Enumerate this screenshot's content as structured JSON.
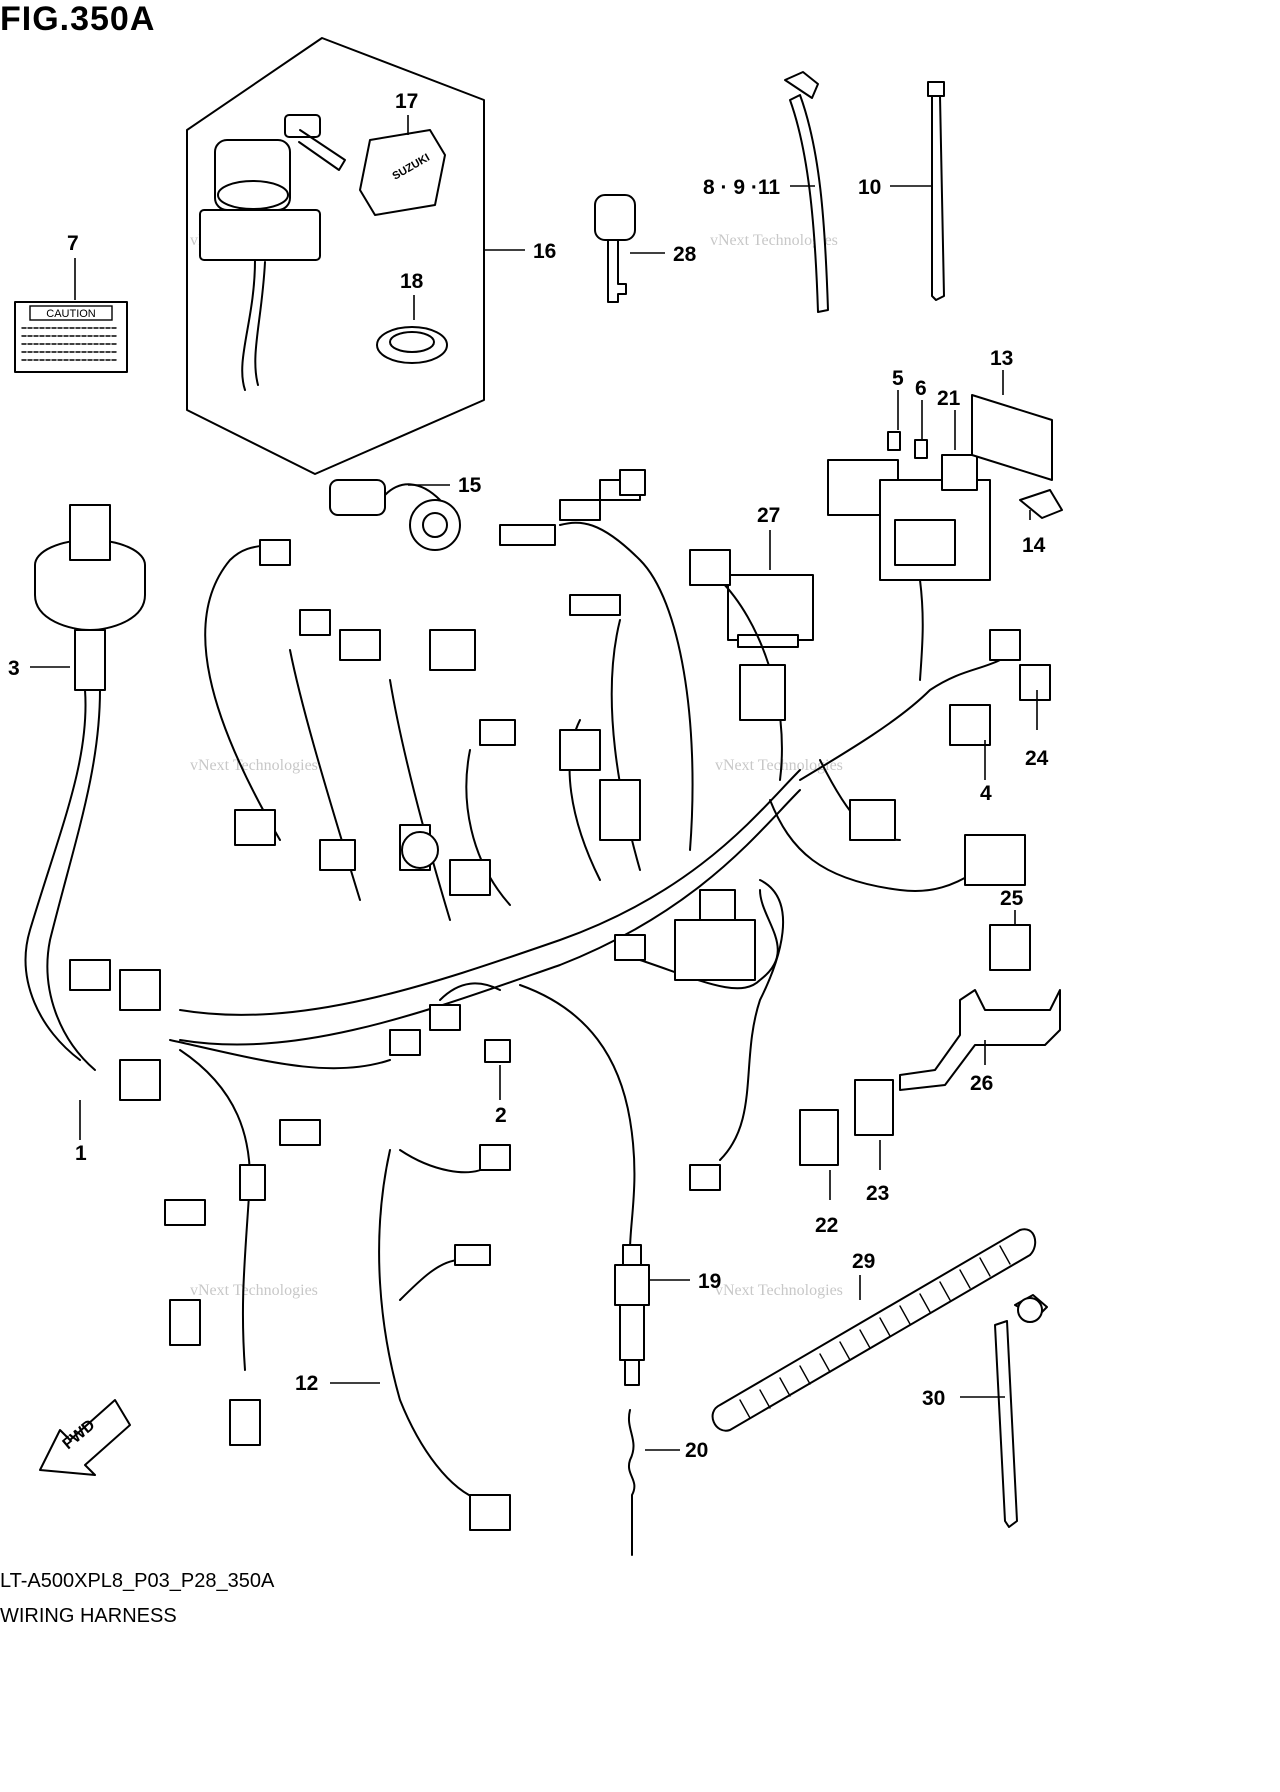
{
  "figure": {
    "title": "FIG.350A",
    "code": "LT-A500XPL8_P03_P28_350A",
    "name": "WIRING HARNESS"
  },
  "watermark": {
    "line1": "vNext Technologies",
    "line2": "vNext",
    "line3": "Technologies"
  },
  "caution_label": "CAUTION",
  "fwd_arrow": "FWD",
  "callouts": [
    "1",
    "2",
    "3",
    "4",
    "5",
    "6",
    "7",
    "8 · 9 ·11",
    "10",
    "12",
    "13",
    "14",
    "15",
    "16",
    "17",
    "18",
    "19",
    "20",
    "21",
    "22",
    "23",
    "24",
    "25",
    "26",
    "27",
    "28",
    "29",
    "30"
  ]
}
